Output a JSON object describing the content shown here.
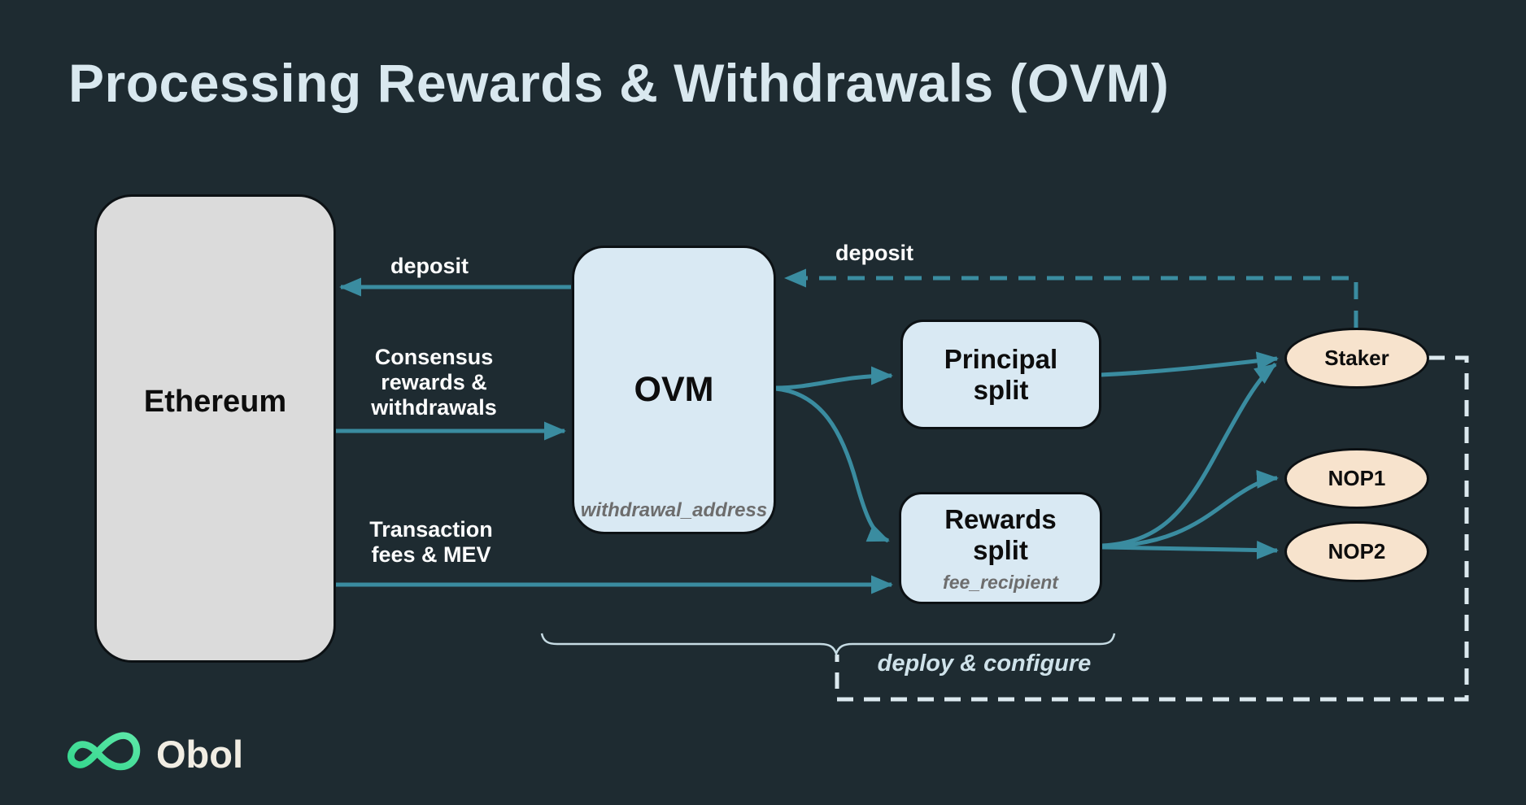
{
  "title": "Processing Rewards & Withdrawals (OVM)",
  "nodes": {
    "ethereum": {
      "label": "Ethereum"
    },
    "ovm": {
      "label": "OVM",
      "sublabel": "withdrawal_address"
    },
    "principal_split": {
      "label": "Principal\nsplit"
    },
    "rewards_split": {
      "label": "Rewards\nsplit",
      "sublabel": "fee_recipient"
    },
    "staker": {
      "label": "Staker"
    },
    "nop1": {
      "label": "NOP1"
    },
    "nop2": {
      "label": "NOP2"
    }
  },
  "edge_labels": {
    "deposit_ovm_to_ethereum": "deposit",
    "consensus_rewards_withdrawals": "Consensus\nrewards &\nwithdrawals",
    "transaction_fees_mev": "Transaction\nfees & MEV",
    "deposit_staker_to_ovm": "deposit",
    "deploy_and_configure": "deploy & configure"
  },
  "logo": {
    "text": "Obol"
  },
  "colors": {
    "background": "#1e2b31",
    "accent_teal": "#3a8ca0",
    "node_blue": "#d9e9f3",
    "node_gray": "#dbdbdb",
    "node_peach": "#f7e3cd",
    "dashed_light": "#dce9ef",
    "brace_light": "#c6dbe3",
    "title_text": "#d9e8ef",
    "logo_green": "#4ade97"
  }
}
